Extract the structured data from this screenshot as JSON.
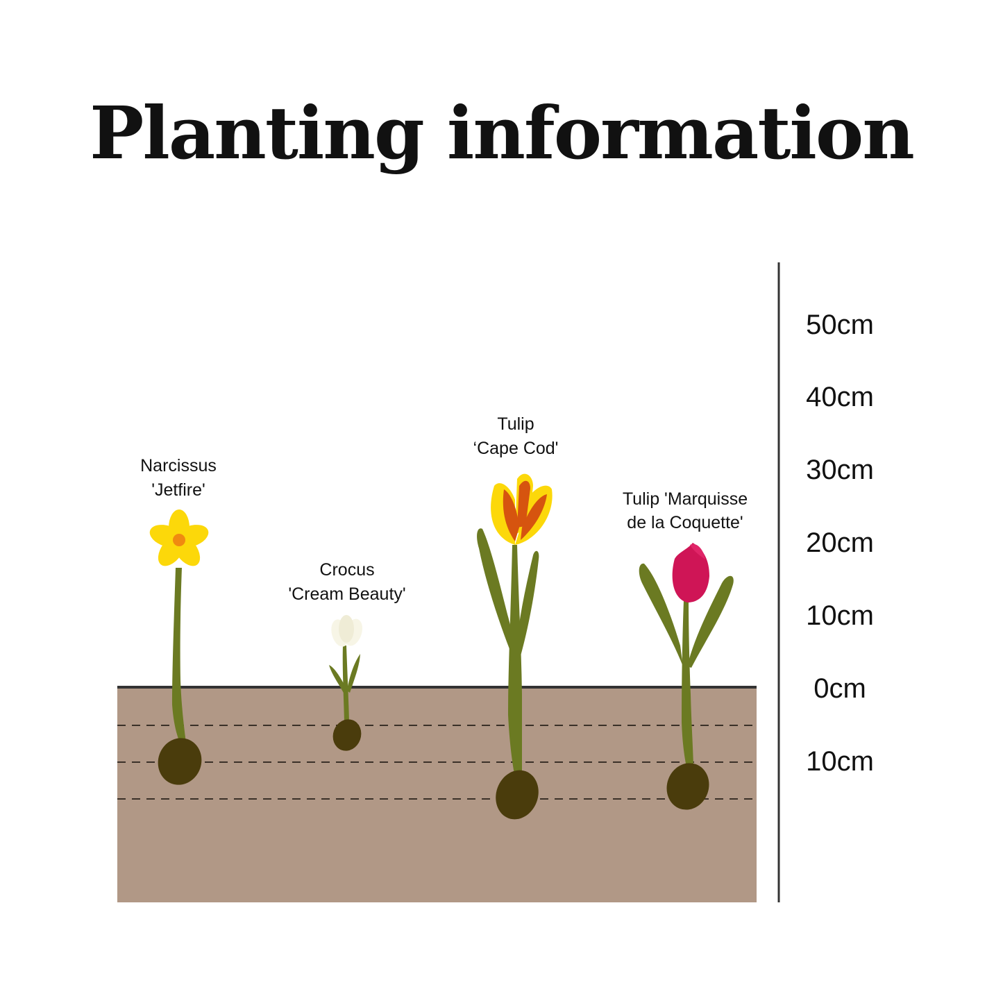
{
  "title": "Planting information",
  "colors": {
    "soil": "#b19886",
    "ground_line": "#333333",
    "stem": "#6b7a22",
    "bulb": "#4a3c0c",
    "narcissus_petal": "#fcd80a",
    "narcissus_center": "#f08a10",
    "crocus_petal": "#f7f5e6",
    "tulip_cape_cod_outer": "#fcd80a",
    "tulip_cape_cod_inner": "#d6540f",
    "tulip_marquisse": "#cf1556"
  },
  "plants": [
    {
      "name_line1": "Narcissus",
      "name_line2": "'Jetfire'"
    },
    {
      "name_line1": "Crocus",
      "name_line2": "'Cream Beauty'"
    },
    {
      "name_line1": "Tulip",
      "name_line2": "‘Cape Cod'"
    },
    {
      "name_line1": "Tulip 'Marquisse",
      "name_line2": "de la Coquette'"
    }
  ],
  "scale": {
    "labels": [
      "50cm",
      "40cm",
      "30cm",
      "20cm",
      "10cm",
      "0cm",
      "10cm"
    ]
  }
}
